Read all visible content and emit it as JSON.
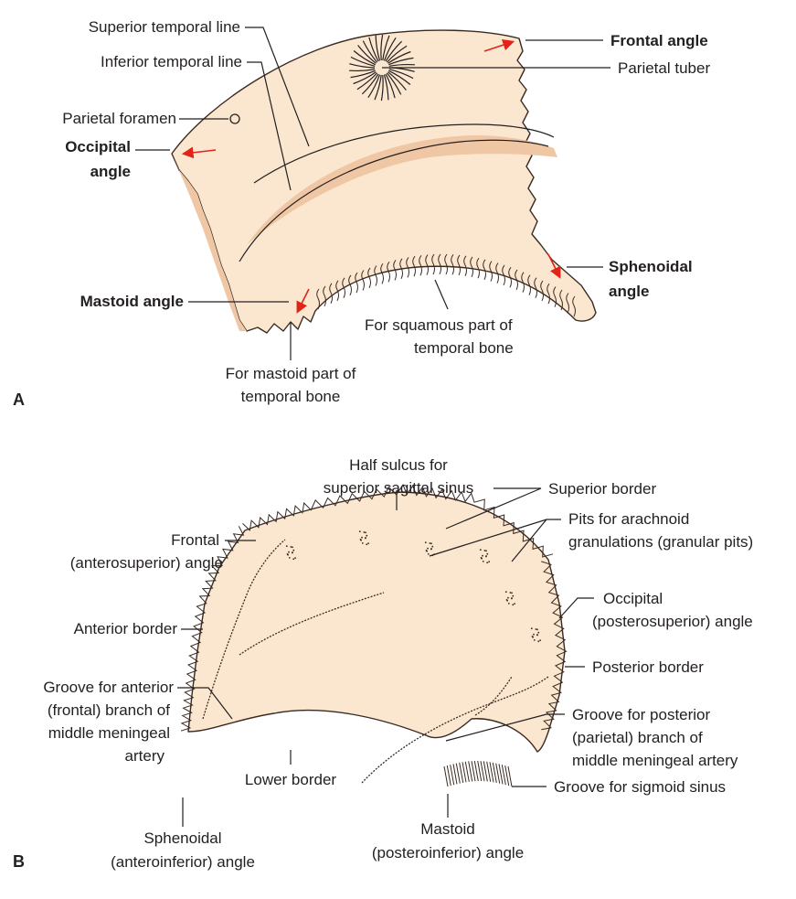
{
  "panel_a": {
    "letter": "A",
    "labels": {
      "superior_temporal_line": "Superior temporal line",
      "inferior_temporal_line": "Inferior temporal line",
      "parietal_foramen": "Parietal foramen",
      "occipital_angle_1": "Occipital",
      "occipital_angle_2": "angle",
      "mastoid_angle": "Mastoid angle",
      "frontal_angle": "Frontal angle",
      "parietal_tuber": "Parietal tuber",
      "sphenoidal_angle_1": "Sphenoidal",
      "sphenoidal_angle_2": "angle",
      "squamous_1": "For squamous part of",
      "squamous_2": "temporal bone",
      "mastoid_part_1": "For mastoid part of",
      "mastoid_part_2": "temporal bone"
    }
  },
  "panel_b": {
    "letter": "B",
    "labels": {
      "half_sulcus_1": "Half sulcus for",
      "half_sulcus_2": "superior sagittal sinus",
      "superior_border": "Superior border",
      "pits_1": "Pits for arachnoid",
      "pits_2": "granulations  (granular pits)",
      "frontal_angle_1": "Frontal",
      "frontal_angle_2": "(anterosuperior) angle",
      "occipital_angle_1": "Occipital",
      "occipital_angle_2": "(posterosuperior) angle",
      "anterior_border": "Anterior border",
      "posterior_border": "Posterior border",
      "groove_anterior_1": "Groove for anterior",
      "groove_anterior_2": "(frontal) branch of",
      "groove_anterior_3": "middle meningeal",
      "groove_anterior_4": "artery",
      "groove_posterior_1": "Groove for posterior",
      "groove_posterior_2": "(parietal) branch of",
      "groove_posterior_3": "middle meningeal artery",
      "lower_border": "Lower border",
      "groove_sigmoid": "Groove for sigmoid sinus",
      "sphenoidal_angle_1": "Sphenoidal",
      "sphenoidal_angle_2": "(anteroinferior) angle",
      "mastoid_angle_1": "Mastoid",
      "mastoid_angle_2": "(posteroinferior) angle"
    }
  }
}
